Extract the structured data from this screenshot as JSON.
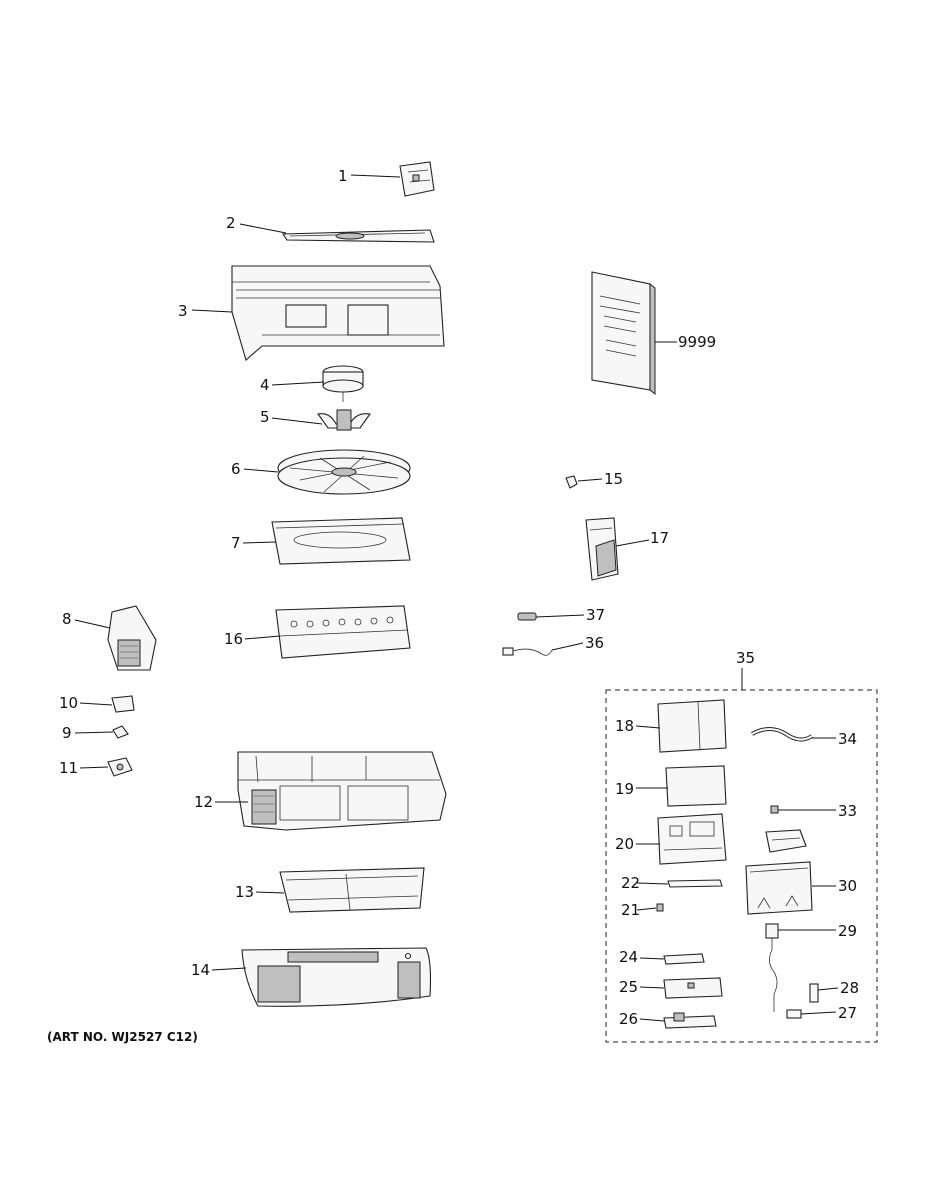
{
  "callouts": {
    "c1": "1",
    "c2": "2",
    "c3": "3",
    "c4": "4",
    "c5": "5",
    "c6": "6",
    "c7": "7",
    "c8": "8",
    "c9": "9",
    "c10": "10",
    "c11": "11",
    "c12": "12",
    "c13": "13",
    "c14": "14",
    "c15": "15",
    "c16": "16",
    "c17": "17",
    "c18": "18",
    "c19": "19",
    "c20": "20",
    "c21": "21",
    "c22": "22",
    "c24": "24",
    "c25": "25",
    "c26": "26",
    "c27": "27",
    "c28": "28",
    "c29": "29",
    "c30": "30",
    "c33": "33",
    "c34": "34",
    "c35": "35",
    "c36": "36",
    "c37": "37",
    "c9999": "9999"
  },
  "art_number": "(ART NO. WJ2527 C12)"
}
